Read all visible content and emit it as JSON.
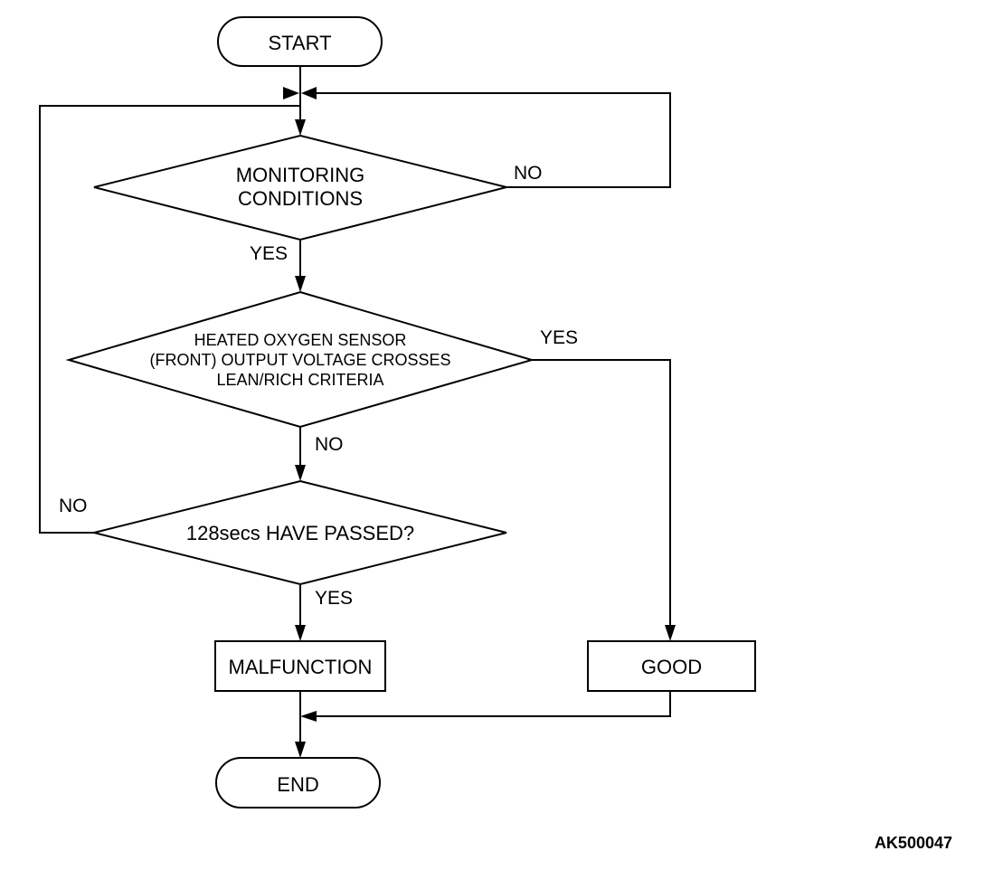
{
  "nodes": {
    "start": "START",
    "monitoring_line1": "MONITORING",
    "monitoring_line2": "CONDITIONS",
    "sensor_line1": "HEATED OXYGEN SENSOR",
    "sensor_line2": "(FRONT) OUTPUT VOLTAGE CROSSES",
    "sensor_line3": "LEAN/RICH CRITERIA",
    "timer": "128secs HAVE PASSED?",
    "malfunction": "MALFUNCTION",
    "good": "GOOD",
    "end": "END"
  },
  "labels": {
    "monitoring_no": "NO",
    "monitoring_yes": "YES",
    "sensor_yes": "YES",
    "sensor_no": "NO",
    "timer_no": "NO",
    "timer_yes": "YES"
  },
  "figure_code": "AK500047"
}
